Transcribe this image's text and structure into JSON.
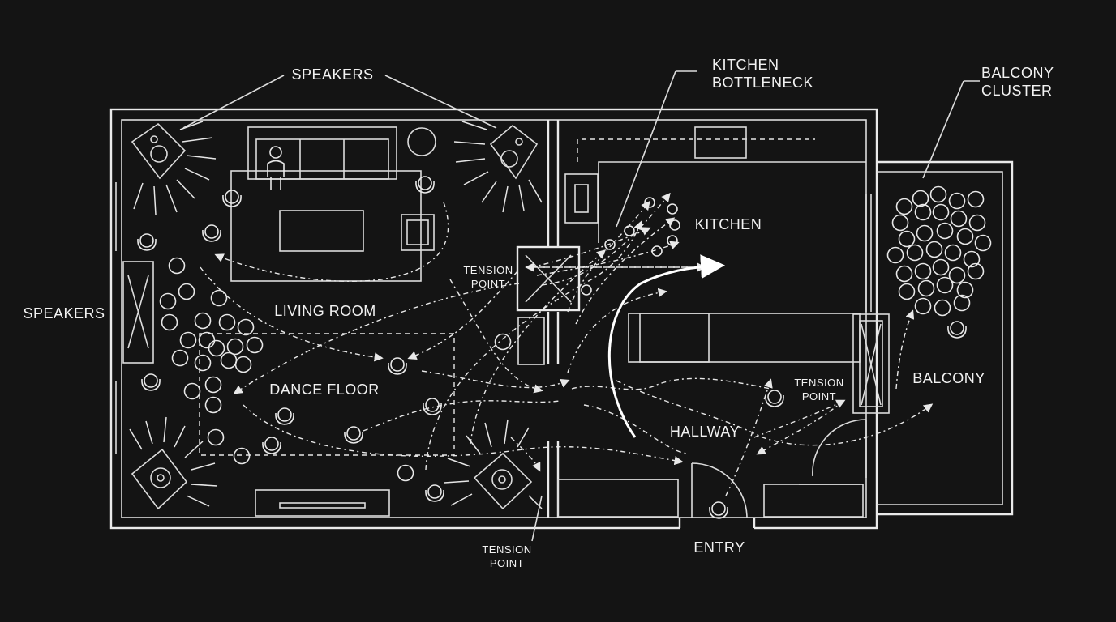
{
  "labels": {
    "speakers_top": "SPEAKERS",
    "speakers_left": "SPEAKERS",
    "kitchen_bottleneck_1": "KITCHEN",
    "kitchen_bottleneck_2": "BOTTLENECK",
    "balcony_cluster_1": "BALCONY",
    "balcony_cluster_2": "CLUSTER",
    "kitchen": "KITCHEN",
    "living_room": "LIVING ROOM",
    "dance_floor": "DANCE FLOOR",
    "hallway": "HALLWAY",
    "balcony": "BALCONY",
    "entry": "ENTRY",
    "tension_a_1": "TENSION",
    "tension_a_2": "POINT",
    "tension_b_1": "TENSION",
    "tension_b_2": "POINT",
    "tension_c_1": "TENSION",
    "tension_c_2": "POINT"
  },
  "colors": {
    "background": "#141414",
    "line": "#eaeaea"
  }
}
